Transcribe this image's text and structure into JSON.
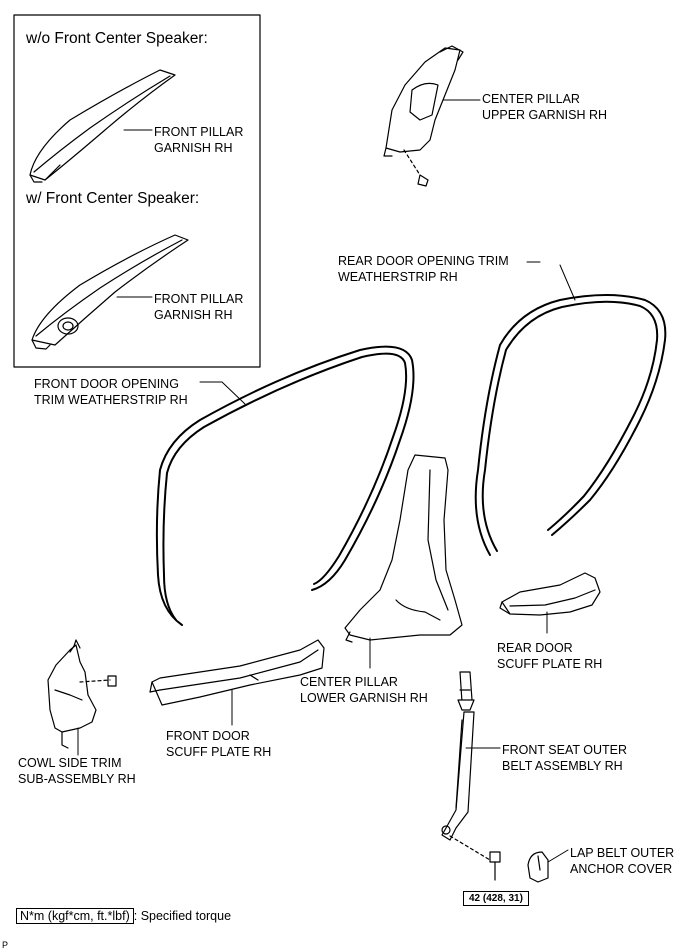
{
  "inset": {
    "header_without": "w/o Front Center Speaker:",
    "header_with": "w/ Front Center Speaker:"
  },
  "labels": {
    "front_pillar_garnish_1": [
      "FRONT PILLAR",
      "GARNISH RH"
    ],
    "front_pillar_garnish_2": [
      "FRONT PILLAR",
      "GARNISH RH"
    ],
    "center_pillar_upper": [
      "CENTER PILLAR",
      "UPPER GARNISH RH"
    ],
    "rear_door_weatherstrip": [
      "REAR DOOR OPENING TRIM",
      "WEATHERSTRIP RH"
    ],
    "front_door_weatherstrip": [
      "FRONT DOOR OPENING",
      "TRIM WEATHERSTRIP RH"
    ],
    "rear_door_scuff": [
      "REAR DOOR",
      "SCUFF PLATE RH"
    ],
    "center_pillar_lower": [
      "CENTER PILLAR",
      "LOWER GARNISH RH"
    ],
    "cowl_side_trim": [
      "COWL SIDE TRIM",
      "SUB-ASSEMBLY RH"
    ],
    "front_door_scuff": [
      "FRONT DOOR",
      "SCUFF PLATE RH"
    ],
    "front_seat_belt": [
      "FRONT SEAT OUTER",
      "BELT ASSEMBLY RH"
    ],
    "lap_belt_cover": [
      "LAP BELT OUTER",
      "ANCHOR COVER"
    ]
  },
  "torque_value": "42 (428, 31)",
  "legend": {
    "unit": "N*m (kgf*cm, ft.*lbf)",
    "text": ": Specified torque"
  },
  "page_ref": "P"
}
